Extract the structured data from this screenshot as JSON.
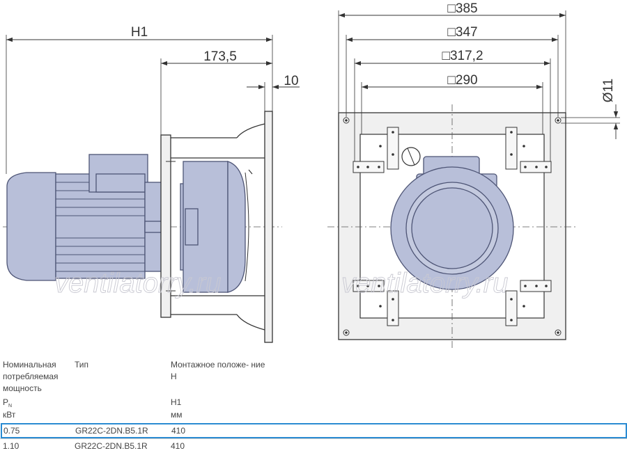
{
  "dimensions": {
    "overall_length": "H1",
    "offset": "173,5",
    "flange_thickness": "10",
    "outer_square": "□385",
    "hole_pitch": "□347",
    "inner_square": "□317,2",
    "opening_square": "□290",
    "hole_diameter": "Ø11"
  },
  "watermark": "ventilatorry.ru",
  "table": {
    "headers": {
      "power": "Номинальная потребляемая мощность",
      "type": "Тип",
      "mounting": "Монтажное положе- ние H"
    },
    "symbols": {
      "power_symbol": "P",
      "power_subscript": "N",
      "power_unit": "кВт",
      "mount_symbol": "H1",
      "mount_unit": "мм"
    },
    "rows": [
      {
        "power": "0.75",
        "type": "GR22C-2DN.B5.1R",
        "h1": "410",
        "selected": true
      },
      {
        "power": "1.10",
        "type": "GR22C-2DN.B5.1R",
        "h1": "410",
        "selected": false
      }
    ]
  },
  "colors": {
    "motor_fill": "#b8bfd9",
    "motor_stroke": "#4d5475",
    "line": "#333333",
    "frame_fill": "#f0f0f0",
    "selection": "#2a8bd2"
  }
}
